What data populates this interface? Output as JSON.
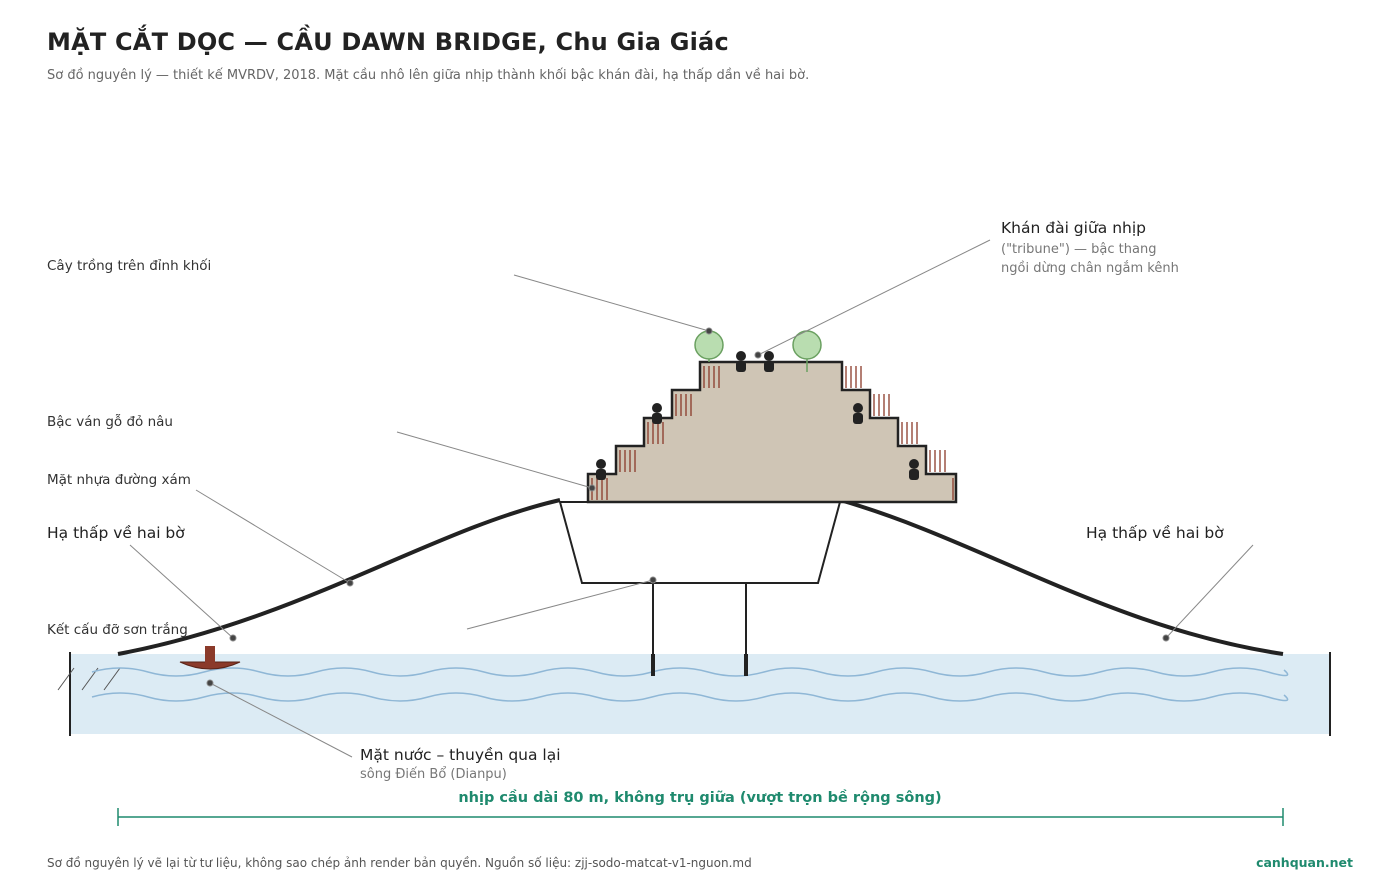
{
  "header": {
    "title": "MẶT CẮT DỌC — CẦU DAWN BRIDGE, Chu Gia Giác",
    "subtitle": "Sơ đồ nguyên lý — thiết kế MVRDV, 2018. Mặt cầu nhô lên giữa nhịp thành khối bậc khán đài, hạ thấp dần về hai bờ."
  },
  "labels": {
    "plants": "Cây trồng trên đỉnh khối",
    "tribune_title": "Khán đài giữa nhịp",
    "tribune_sub1": "(\"tribune\") — bậc thang",
    "tribune_sub2": "ngồi dừng chân ngắm kênh",
    "wood_steps": "Bậc ván gỗ đỏ nâu",
    "asphalt": "Mặt nhựa đường xám",
    "lower_left": "Hạ thấp về hai bờ",
    "lower_right": "Hạ thấp về hai bờ",
    "structure": "Kết cấu đỡ sơn trắng",
    "water_title": "Mặt nước – thuyền qua lại",
    "water_sub": "sông Điến Bổ (Dianpu)"
  },
  "span_label": "nhịp cầu dài 80 m, không trụ giữa (vượt trọn bề rộng sông)",
  "footer": {
    "note": "Sơ đồ nguyên lý vẽ lại từ tư liệu, không sao chép ảnh render bản quyền. Nguồn số liệu: zjj-sodo-matcat-v1-nguon.md",
    "brand": "canhquan.net"
  },
  "colors": {
    "water": "#dcebf4",
    "wave": "#8fb7d6",
    "block": "#cfc5b5",
    "wood": "#8b3a2a",
    "tree": "#b9ddb0",
    "accent": "#1f8a6e",
    "leader": "#888888"
  }
}
